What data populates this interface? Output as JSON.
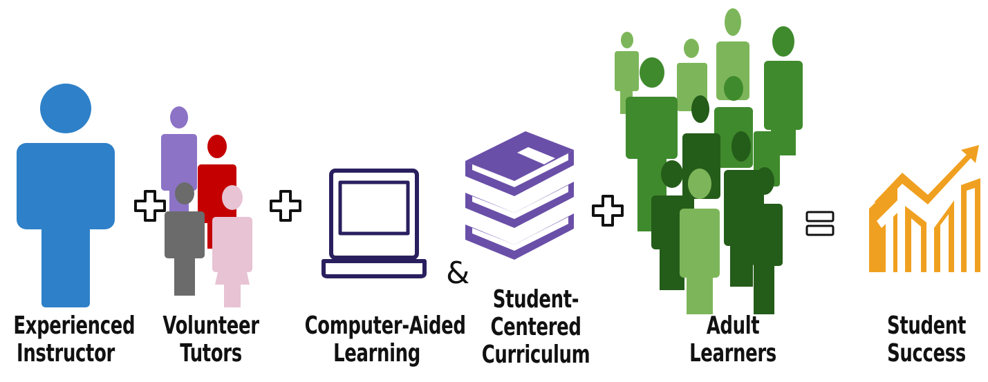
{
  "items": [
    {
      "id": "experienced-instructor",
      "label_lines": [
        "Experienced",
        "Instructor"
      ],
      "color": "#2e80c8"
    },
    {
      "id": "volunteer-tutors",
      "label_lines": [
        "Volunteer",
        "Tutors"
      ],
      "colors": [
        "#8c73c6",
        "#c40000",
        "#6b6b6b",
        "#e7c3d4"
      ]
    },
    {
      "id": "computer-aided-learning",
      "label_lines": [
        "Computer-Aided",
        "Learning"
      ],
      "color": "#2a1f5e"
    },
    {
      "id": "student-centered-curriculum",
      "label_lines": [
        "Student-",
        "Centered",
        "Curriculum"
      ],
      "color": "#6a4fa8"
    },
    {
      "id": "adult-learners",
      "label_lines": [
        "Adult",
        "Learners"
      ],
      "colors": [
        "#7db65a",
        "#3f8a2d",
        "#245c19"
      ]
    },
    {
      "id": "student-success",
      "label_lines": [
        "Student",
        "Success"
      ],
      "color": "#f0a020"
    }
  ],
  "operators": {
    "plus": "+",
    "ampersand": "&",
    "equals": "="
  }
}
